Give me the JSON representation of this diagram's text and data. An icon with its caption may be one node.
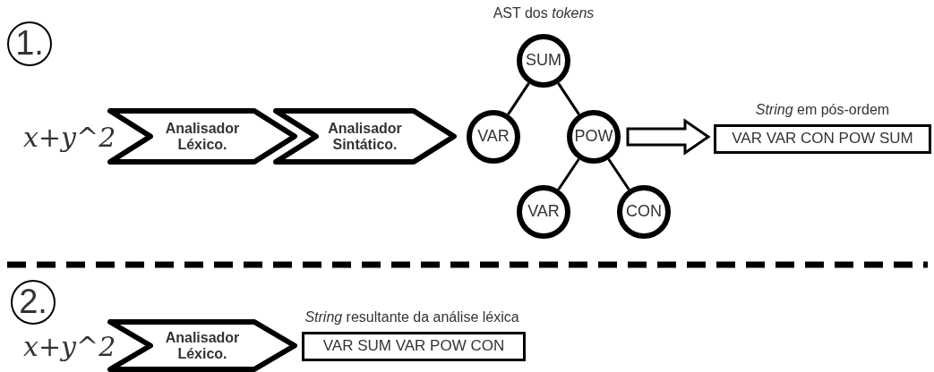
{
  "diagram": {
    "nodes": [
      {
        "text": [
          "1."
        ]
      },
      {
        "text": [
          "Analisador Léxico."
        ]
      },
      {
        "text": [
          "Analisador Sintático."
        ]
      },
      {
        "text": [
          "SUM"
        ],
        "beside": [
          "AST dos *tokens*"
        ]
      },
      {
        "text": [
          "VAR"
        ]
      },
      {
        "text": [
          "POW"
        ]
      },
      {
        "text": [
          "VAR"
        ]
      },
      {
        "text": [
          "CON"
        ]
      },
      {
        "text": [
          "VAR VAR CON POW SUM"
        ],
        "beside": [
          "*String* em pós-ordem"
        ]
      },
      {
        "text": [
          "2."
        ]
      },
      {
        "text": [
          "Analisador Léxico."
        ]
      },
      {
        "text": [
          "VAR SUM VAR POW CON"
        ],
        "beside": [
          "*String* resultante da análise léxica"
        ]
      }
    ],
    "edges": [
      {
        "from": 3,
        "to": 4,
        "arrow": "none"
      },
      {
        "from": 3,
        "to": 5,
        "arrow": "none"
      },
      {
        "from": 5,
        "to": 6,
        "arrow": "none"
      },
      {
        "from": 5,
        "to": 7,
        "arrow": "none"
      },
      {
        "from": 5,
        "to": 8,
        "arrow": "to",
        "style": "thick"
      }
    ],
    "labels": [
      "x+y^2",
      "x+y^2"
    ]
  }
}
